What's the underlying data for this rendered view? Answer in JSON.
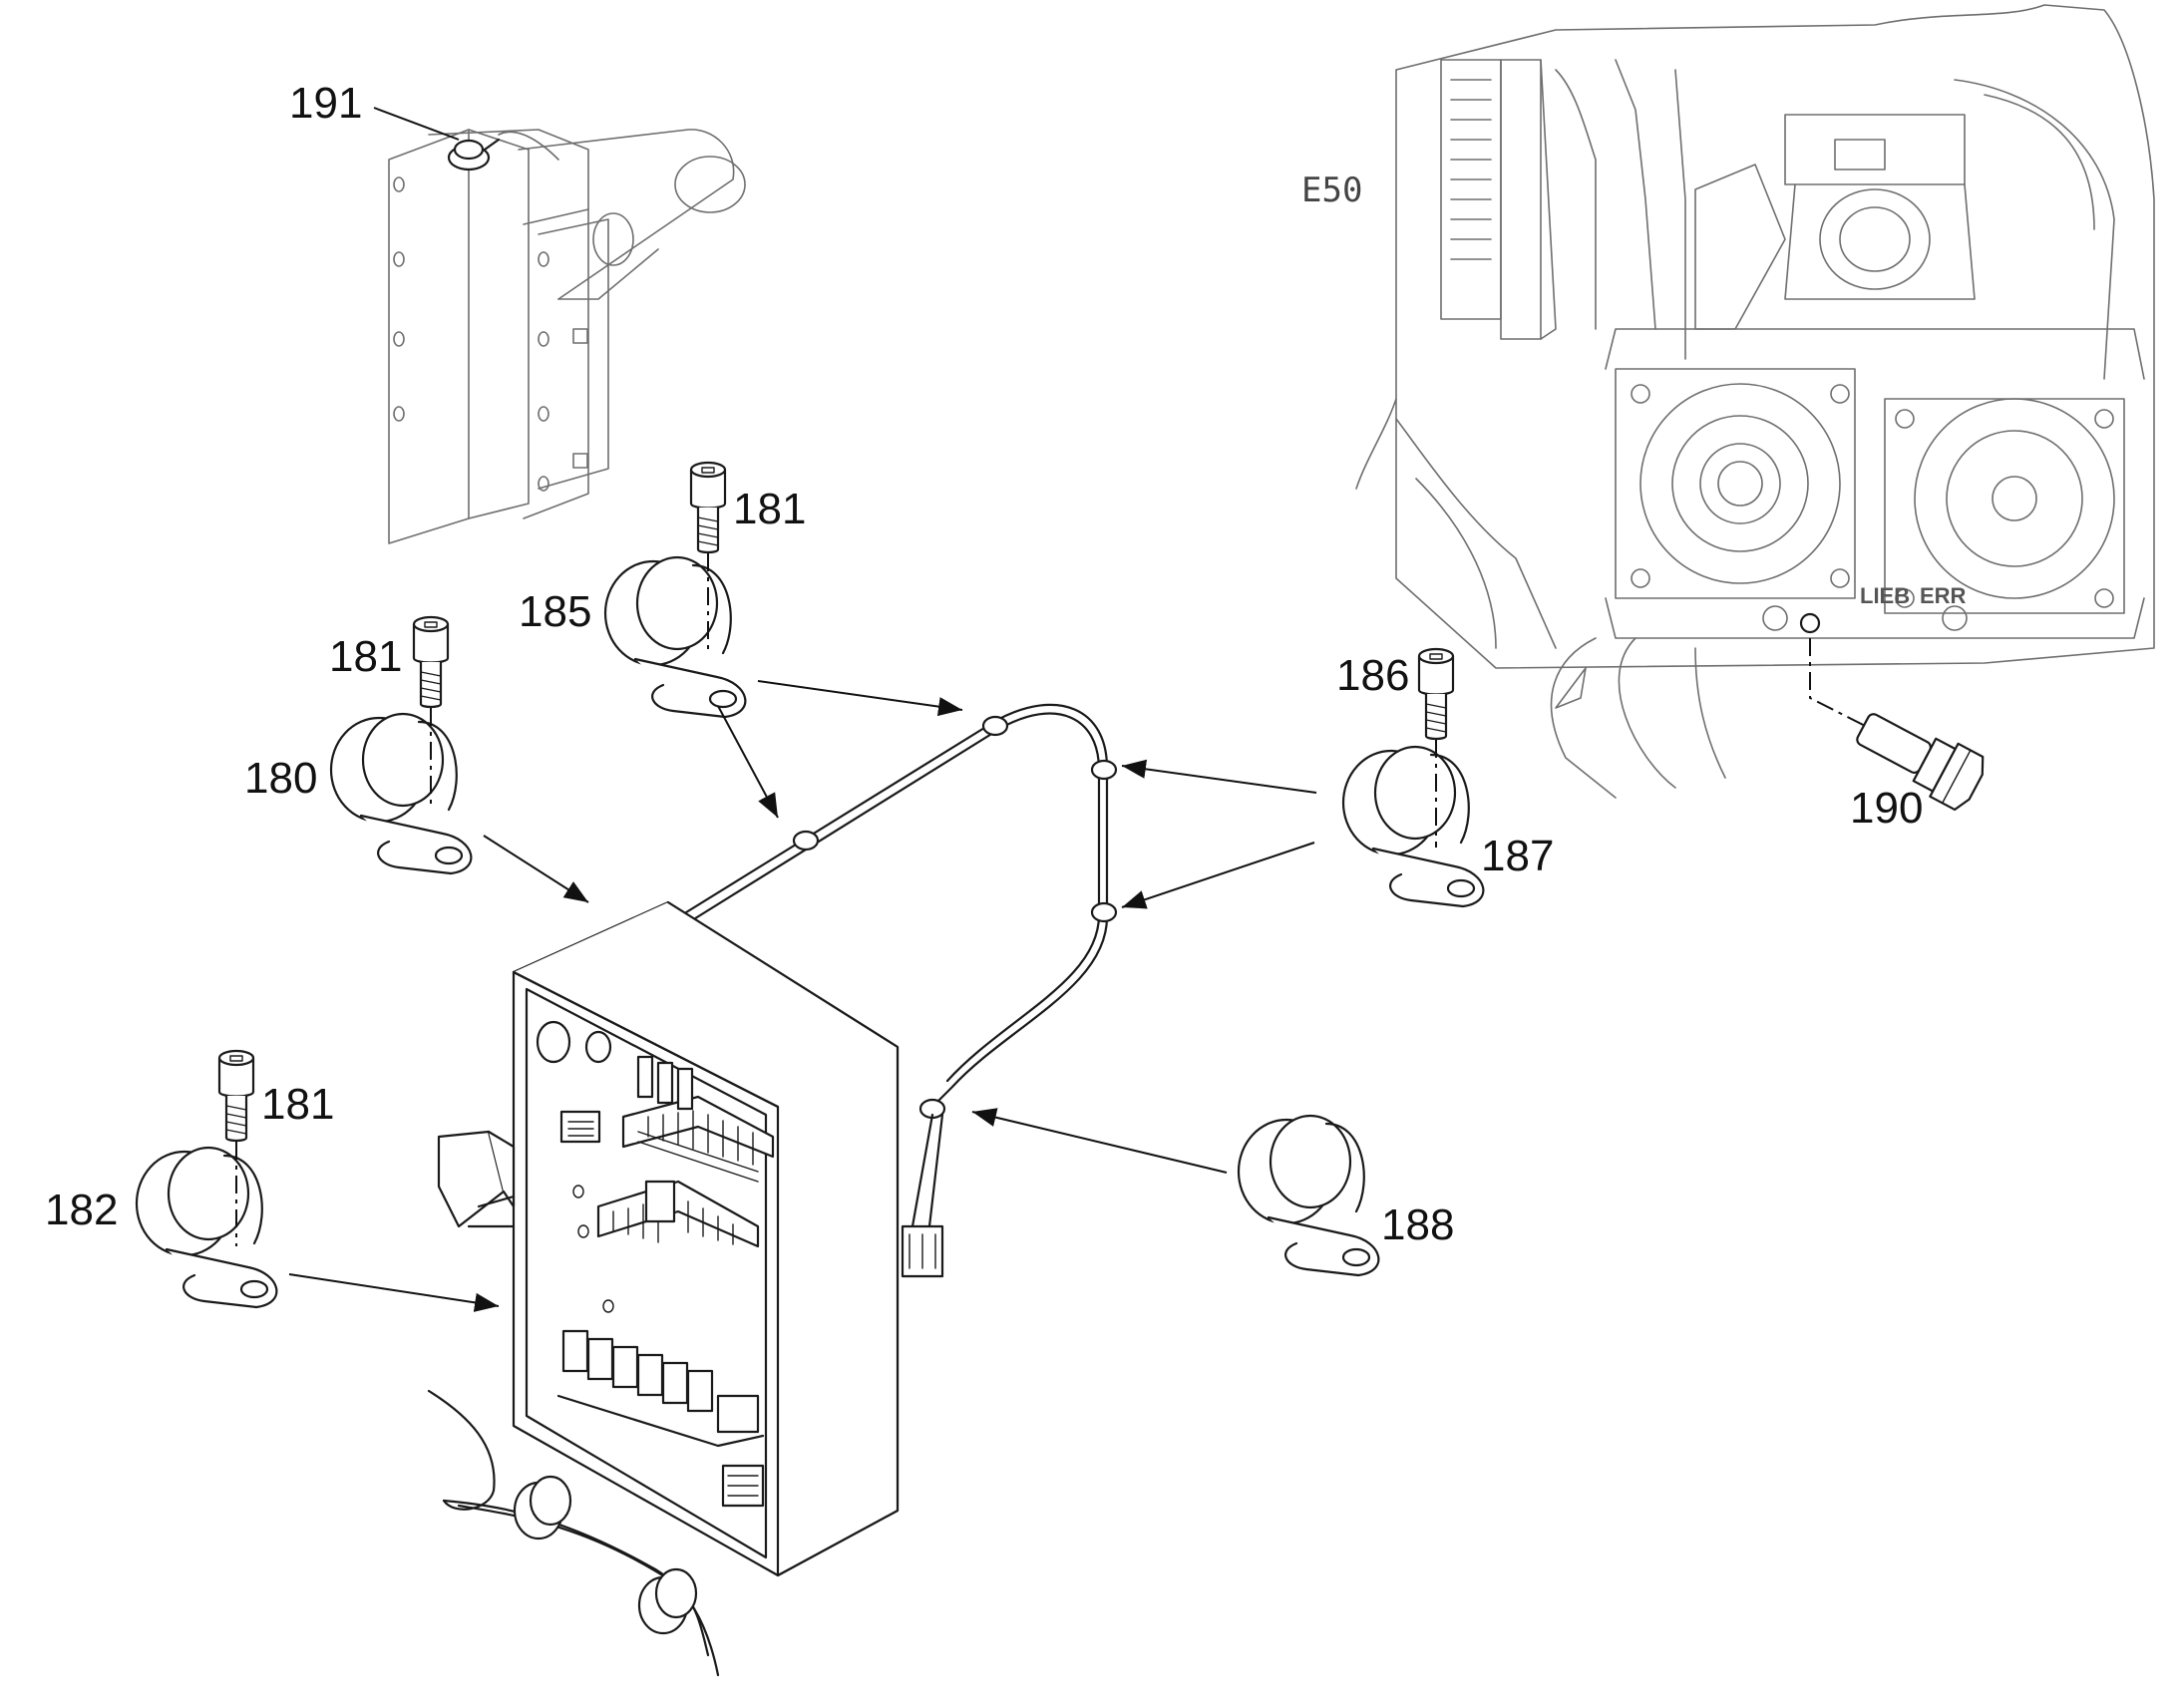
{
  "diagram": {
    "background": "#ffffff",
    "line_color": "#1a1a1a",
    "view_label": "E50",
    "callouts": {
      "c191": "191",
      "c181a": "181",
      "c185": "185",
      "c181b": "181",
      "c180": "180",
      "c186": "186",
      "c187": "187",
      "c190": "190",
      "c181c": "181",
      "c182": "182",
      "c188": "188"
    }
  }
}
